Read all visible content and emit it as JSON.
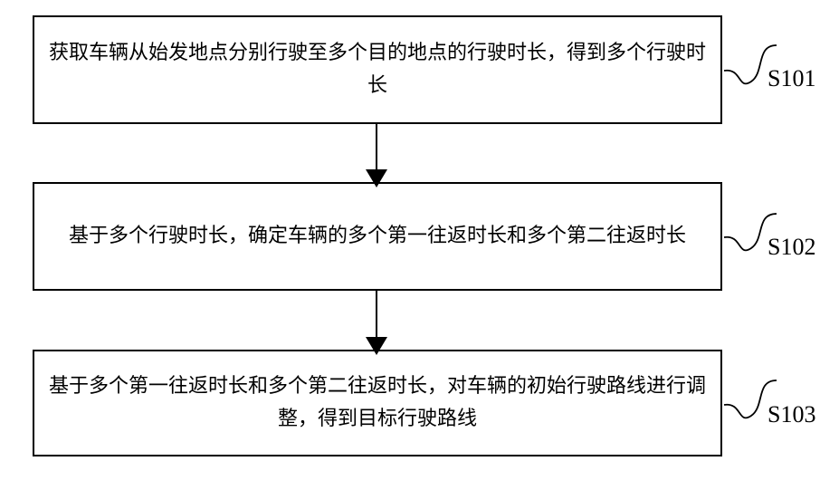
{
  "steps": [
    {
      "id": "S101",
      "text": "获取车辆从始发地点分别行驶至多个目的地点的行驶时长，得到多个行驶时长"
    },
    {
      "id": "S102",
      "text": "基于多个行驶时长，确定车辆的多个第一往返时长和多个第二往返时长"
    },
    {
      "id": "S103",
      "text": "基于多个第一往返时长和多个第二往返时长，对车辆的初始行驶路线进行调整，得到目标行驶路线"
    }
  ]
}
